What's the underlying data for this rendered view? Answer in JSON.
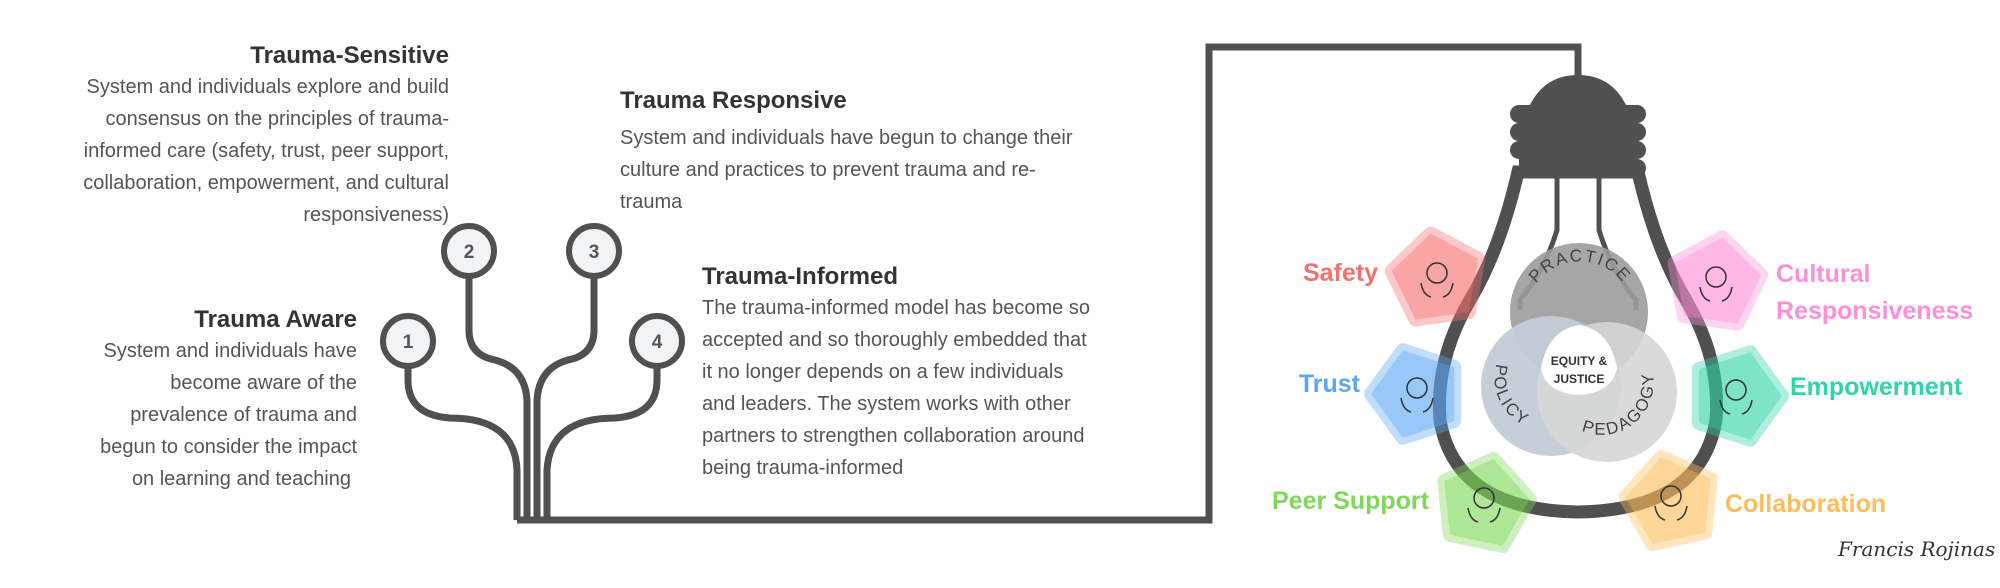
{
  "stages": [
    {
      "number": "1",
      "title": "Trauma Aware",
      "body": [
        "System and individuals have",
        "become aware of the",
        "prevalence of trauma and",
        "begun to consider the impact",
        "on learning and teaching"
      ]
    },
    {
      "number": "2",
      "title": "Trauma-Sensitive",
      "body": [
        "System and individuals explore and build",
        "consensus on the principles of trauma-",
        "informed care (safety, trust, peer support,",
        "collaboration, empowerment, and cultural",
        "responsiveness)"
      ]
    },
    {
      "number": "3",
      "title": "Trauma Responsive",
      "body": [
        "System and individuals have begun to change their",
        "culture and practices to prevent trauma and re-",
        "trauma"
      ]
    },
    {
      "number": "4",
      "title": "Trauma-Informed",
      "body": [
        "The trauma-informed model has become so",
        "accepted and so thoroughly embedded that",
        "it no longer depends on a few individuals",
        "and leaders. The system works with other",
        "partners to strengthen collaboration around",
        "being trauma-informed"
      ]
    }
  ],
  "venn": {
    "top": "PRACTICE",
    "left": "POLICY",
    "right": "PEDAGOGY",
    "center_line1": "EQUITY &",
    "center_line2": "JUSTICE"
  },
  "principles": {
    "safety": {
      "label": "Safety",
      "color": "#f76f6f",
      "icon": "shield-hands-icon"
    },
    "cultural": {
      "label1": "Cultural",
      "label2": "Responsiveness",
      "color": "#ff8ed8",
      "icon": "globe-hands-icon"
    },
    "trust": {
      "label": "Trust",
      "color": "#5aa7f5",
      "icon": "handshake-icon"
    },
    "empowerment": {
      "label": "Empowerment",
      "color": "#2fd4aa",
      "icon": "raised-fist-icon"
    },
    "peer": {
      "label": "Peer Support",
      "color": "#7dd957",
      "icon": "people-hand-icon"
    },
    "collaboration": {
      "label": "Collaboration",
      "color": "#ffbd59",
      "icon": "puzzle-hands-icon"
    }
  },
  "signature": "Francis Rojinas"
}
